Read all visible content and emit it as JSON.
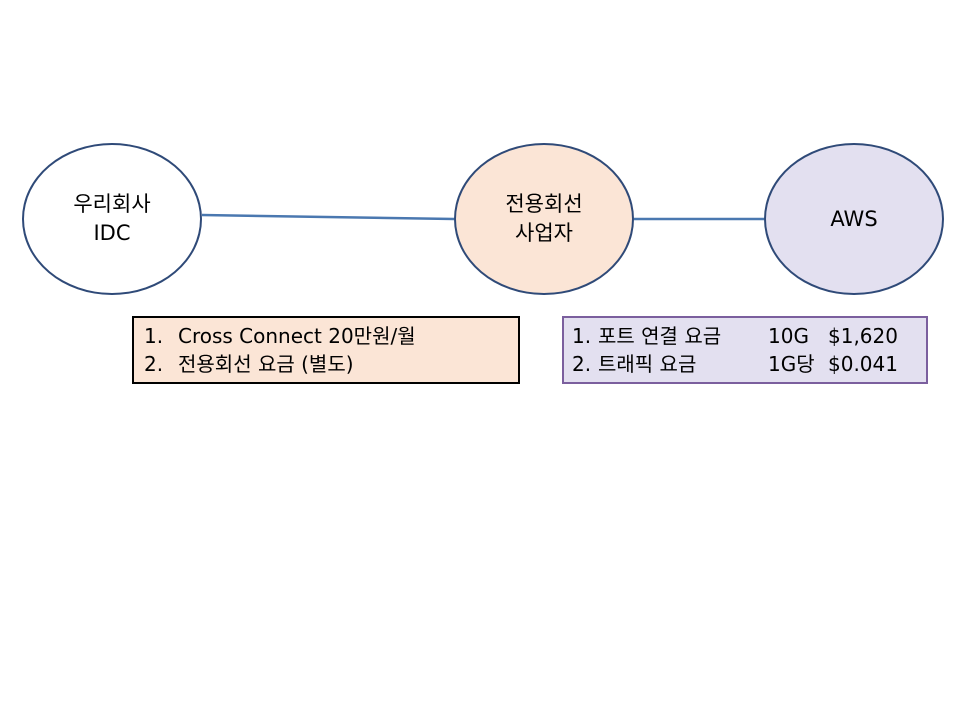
{
  "colors": {
    "node_border": "#2f4a78",
    "connector": "#4a78b0",
    "idc_fill": "#ffffff",
    "carrier_fill": "#fbe5d6",
    "aws_fill": "#e3e0f0",
    "idc_box_fill": "#fbe5d6",
    "idc_box_border": "#000000",
    "aws_box_fill": "#e3e0f0",
    "aws_box_border": "#7b5f9e"
  },
  "nodes": {
    "idc": {
      "line1": "우리회사",
      "line2": "IDC"
    },
    "carrier": {
      "line1": "전용회선",
      "line2": "사업자"
    },
    "aws": {
      "label": "AWS"
    }
  },
  "idc_costs": [
    {
      "num": "1.",
      "text": "Cross Connect 20만원/월"
    },
    {
      "num": "2.",
      "text": "전용회선 요금 (별도)"
    }
  ],
  "aws_costs": [
    {
      "num": "1.",
      "item": "포트 연결 요금",
      "unit": "10G",
      "price": "$1,620"
    },
    {
      "num": "2.",
      "item": "트래픽 요금",
      "unit": "1G당",
      "price": "$0.041"
    }
  ]
}
